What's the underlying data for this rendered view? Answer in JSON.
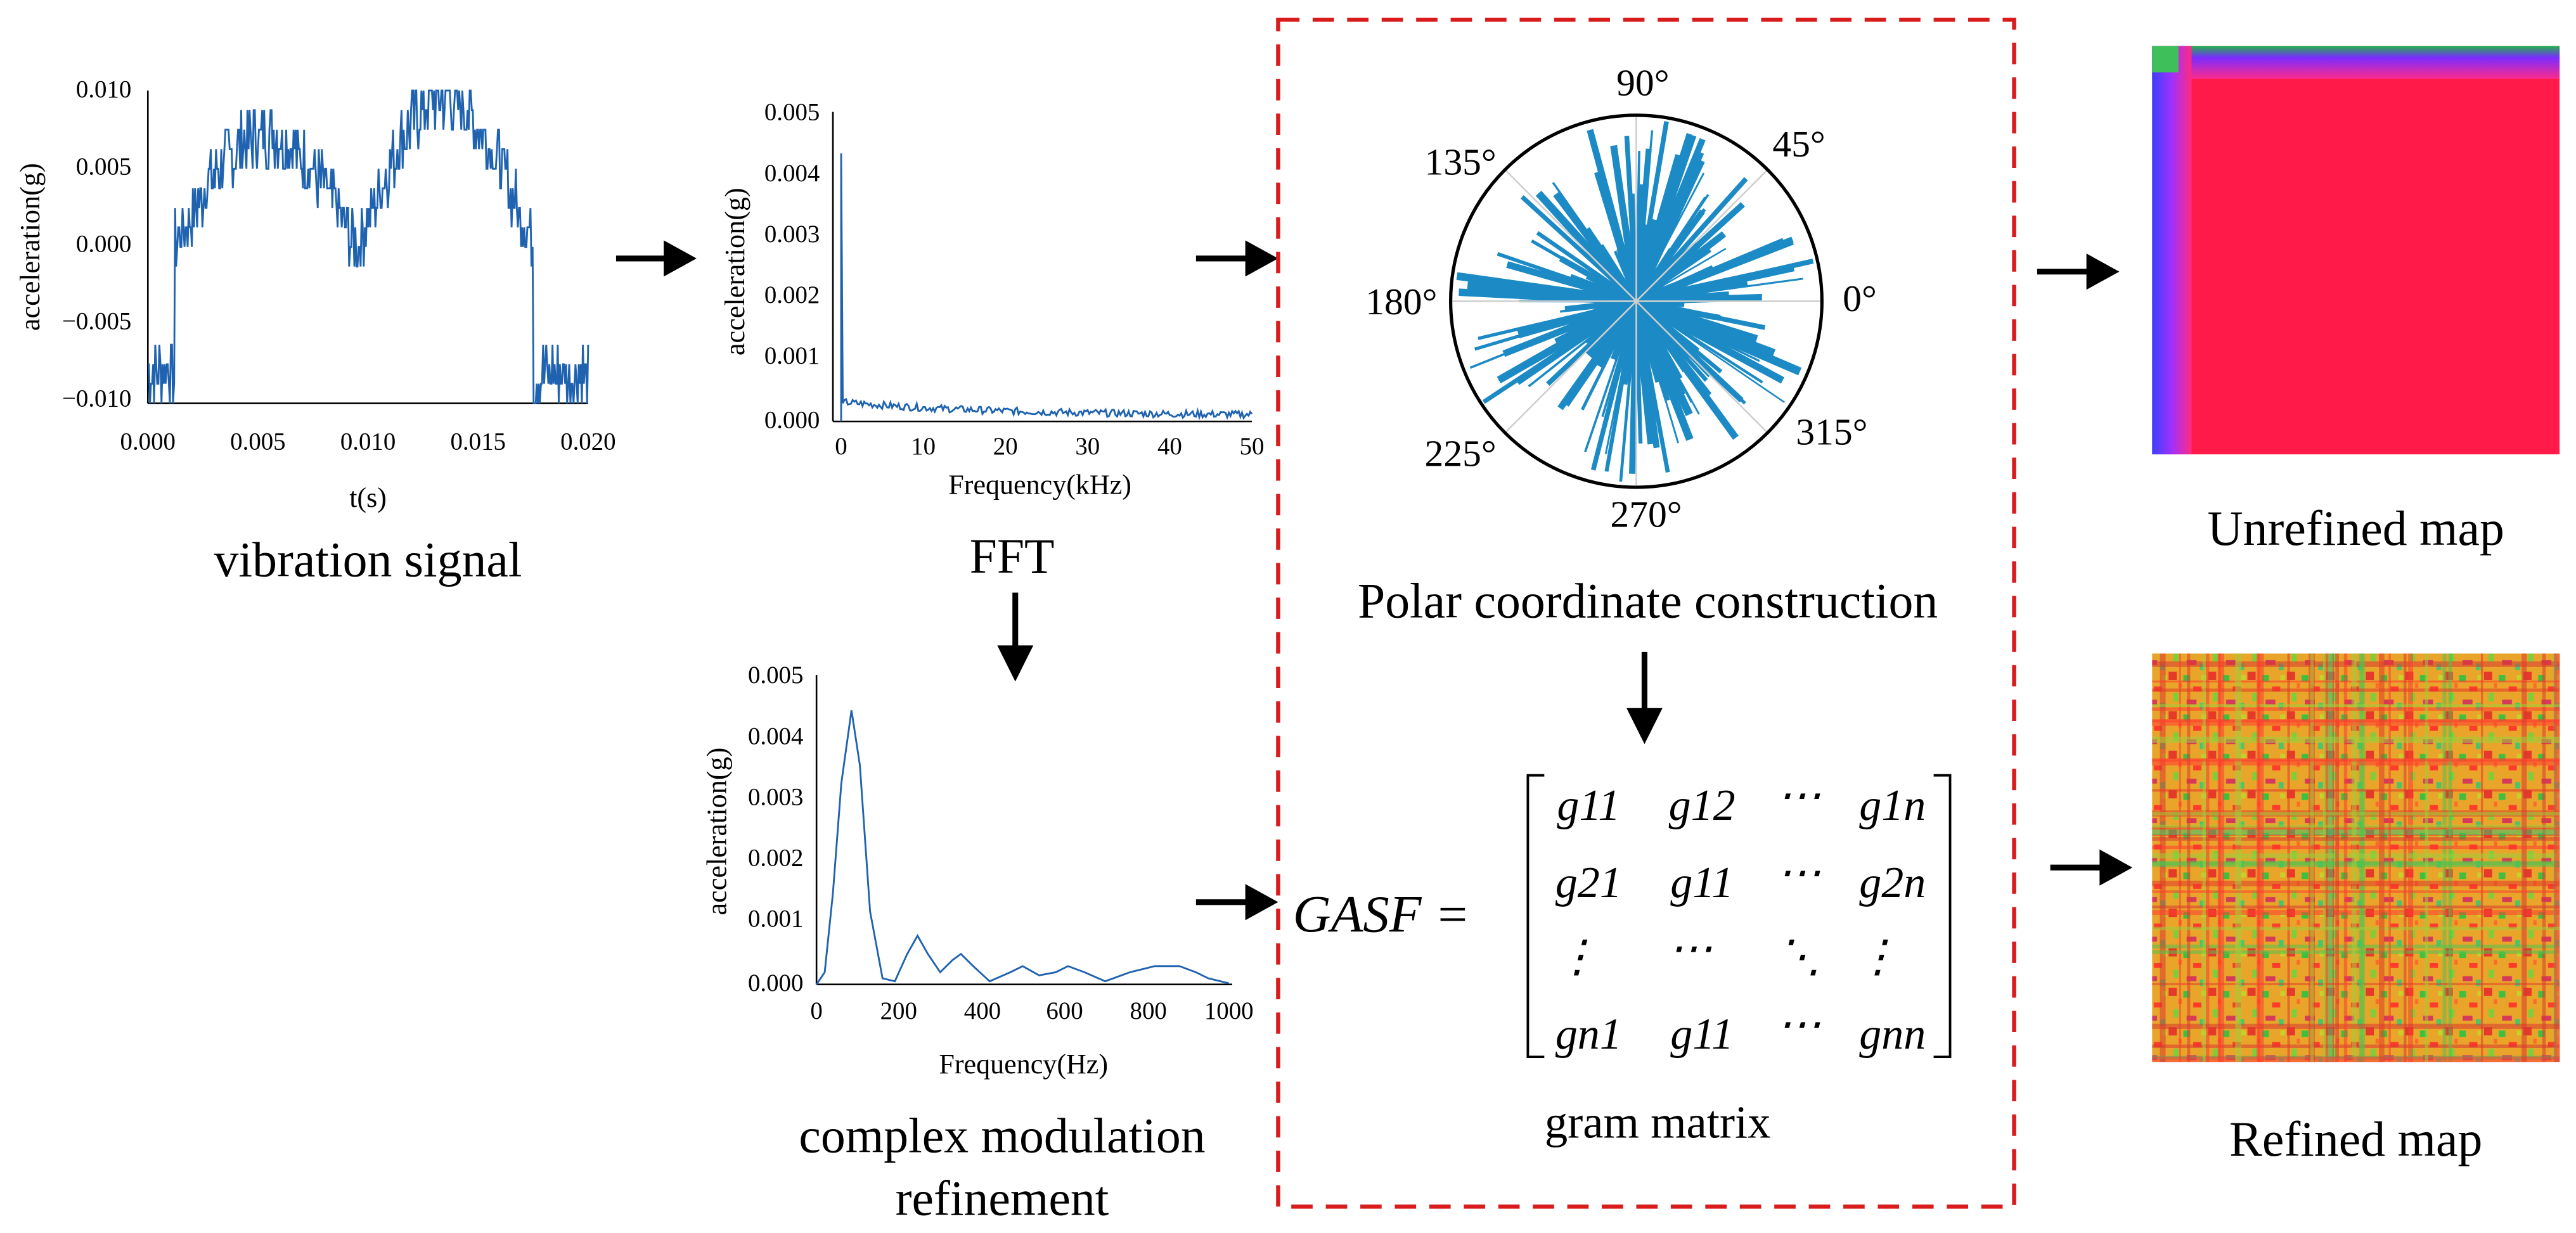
{
  "vibration": {
    "caption": "vibration signal",
    "xlabel": "t(s)",
    "ylabel": "acceleration(g)",
    "xticks": [
      "0.000",
      "0.005",
      "0.010",
      "0.015",
      "0.020"
    ],
    "yticks": [
      "0.010",
      "0.005",
      "0.000",
      "−0.005",
      "−0.010"
    ]
  },
  "fft": {
    "caption": "FFT",
    "xlabel": "Frequency(kHz)",
    "ylabel": "acceleration(g)",
    "xticks": [
      "0",
      "10",
      "20",
      "30",
      "40",
      "50"
    ],
    "yticks": [
      "0.005",
      "0.004",
      "0.003",
      "0.002",
      "0.001",
      "0.000"
    ]
  },
  "refine": {
    "caption_line1": "complex modulation",
    "caption_line2": "refinement",
    "xlabel": "Frequency(Hz)",
    "ylabel": "acceleration(g)",
    "xticks": [
      "0",
      "200",
      "400",
      "600",
      "800",
      "1000"
    ],
    "yticks": [
      "0.005",
      "0.004",
      "0.003",
      "0.002",
      "0.001",
      "0.000"
    ]
  },
  "polar": {
    "caption": "Polar coordinate construction",
    "angles": [
      "90°",
      "45°",
      "135°",
      "180°",
      "0°",
      "225°",
      "315°",
      "270°"
    ]
  },
  "gram": {
    "lhs": "GASF =",
    "caption": "gram matrix",
    "rows": [
      [
        "g11",
        "g12",
        "⋯",
        "g1n"
      ],
      [
        "g21",
        "g11",
        "⋯",
        "g2n"
      ],
      [
        "⋮",
        "⋯",
        "⋱",
        "⋮"
      ],
      [
        "gn1",
        "g11",
        "⋯",
        "gnn"
      ]
    ]
  },
  "outputs": {
    "unrefined_caption": "Unrefined map",
    "refined_caption": "Refined map"
  },
  "colors": {
    "signal": "#1f63b0",
    "polar_bars": "#1c8ac4",
    "dashed_box": "#d81c1c",
    "unrefined_main": "#ff1a4a",
    "refined_main": "#e8b020"
  }
}
